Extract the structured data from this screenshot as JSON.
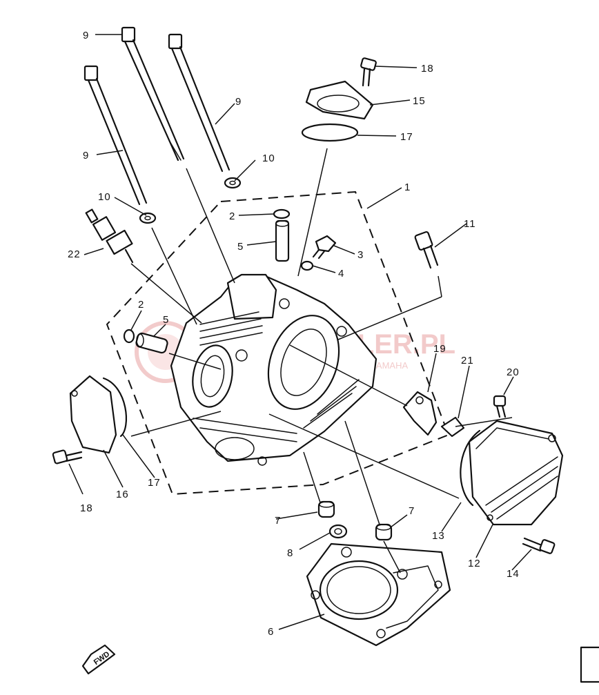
{
  "watermark": {
    "main": "SKUTER-DILER.PL",
    "sub": "AUTORYZOWANY DILER  DILER YAMAHA",
    "color": "#e8a0a0"
  },
  "fwd_label": "FWD",
  "callouts": {
    "c1": "1",
    "c2a": "2",
    "c2b": "2",
    "c3": "3",
    "c4": "4",
    "c5a": "5",
    "c5b": "5",
    "c6": "6",
    "c7a": "7",
    "c7b": "7",
    "c8": "8",
    "c9a": "9",
    "c9b": "9",
    "c9c": "9",
    "c10a": "10",
    "c10b": "10",
    "c11": "11",
    "c12": "12",
    "c13": "13",
    "c14": "14",
    "c15": "15",
    "c16": "16",
    "c17a": "17",
    "c17b": "17",
    "c18a": "18",
    "c18b": "18",
    "c19": "19",
    "c20": "20",
    "c21": "21",
    "c22": "22"
  }
}
